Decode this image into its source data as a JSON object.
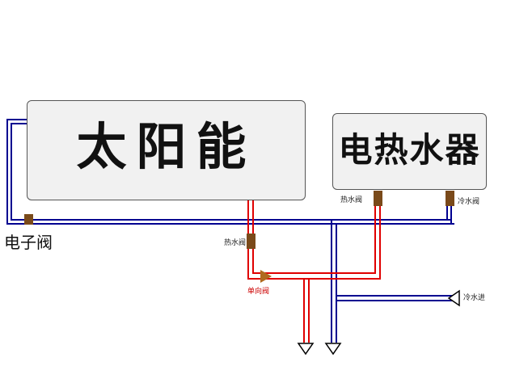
{
  "solar": {
    "title": "太阳能"
  },
  "heater": {
    "title": "电热水器"
  },
  "labels": {
    "electronic_valve": "电子阀",
    "hot_valve_left": "热水阀",
    "check_valve": "单向阀",
    "hot_valve_heater": "热水阀",
    "cold_valve_heater": "冷水阀",
    "cold_inlet": "冷水进"
  },
  "colors": {
    "hot_pipe": "#e00000",
    "cold_pipe": "#000090",
    "valve": "#7a4a1a",
    "check_valve": "#b06a1e"
  }
}
